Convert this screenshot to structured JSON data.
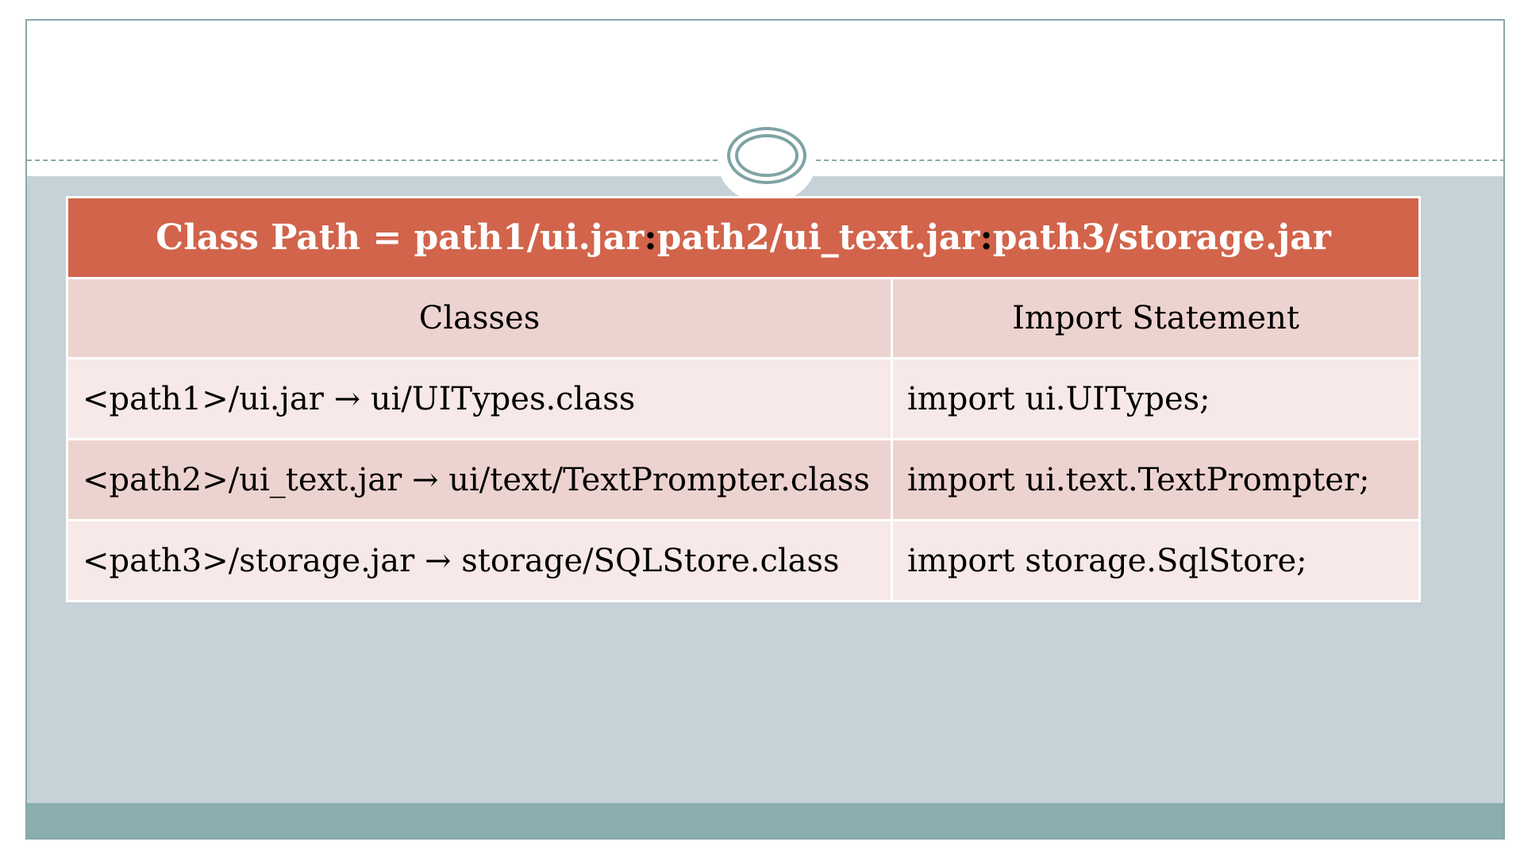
{
  "title": {
    "part1": "Class Path = path1/ui.jar",
    "sep1": ":",
    "part2": "path2/ui_text.jar",
    "sep2": ":",
    "part3": "path3/storage.jar"
  },
  "columns": [
    "Classes",
    "Import Statement"
  ],
  "rows": [
    {
      "jar": "<path1>/ui.jar",
      "arrow": "→",
      "cls": "ui/UITypes.class",
      "import": "import ui.UITypes;"
    },
    {
      "jar": "<path2>/ui_text.jar",
      "arrow": "→",
      "cls": "ui/text/TextPrompter.class",
      "import": "import ui.text.TextPrompter;"
    },
    {
      "jar": "<path3>/storage.jar",
      "arrow": "→",
      "cls": "storage/SQLStore.class",
      "import": "import storage.SqlStore;"
    }
  ],
  "colors": {
    "title_bg": "#d2644b",
    "header_bg": "#edd3cf",
    "row_light": "#f6e9e8",
    "row_dark": "#edd3cf",
    "content_bg": "#c6d2d8",
    "accent": "#8aadaf"
  }
}
